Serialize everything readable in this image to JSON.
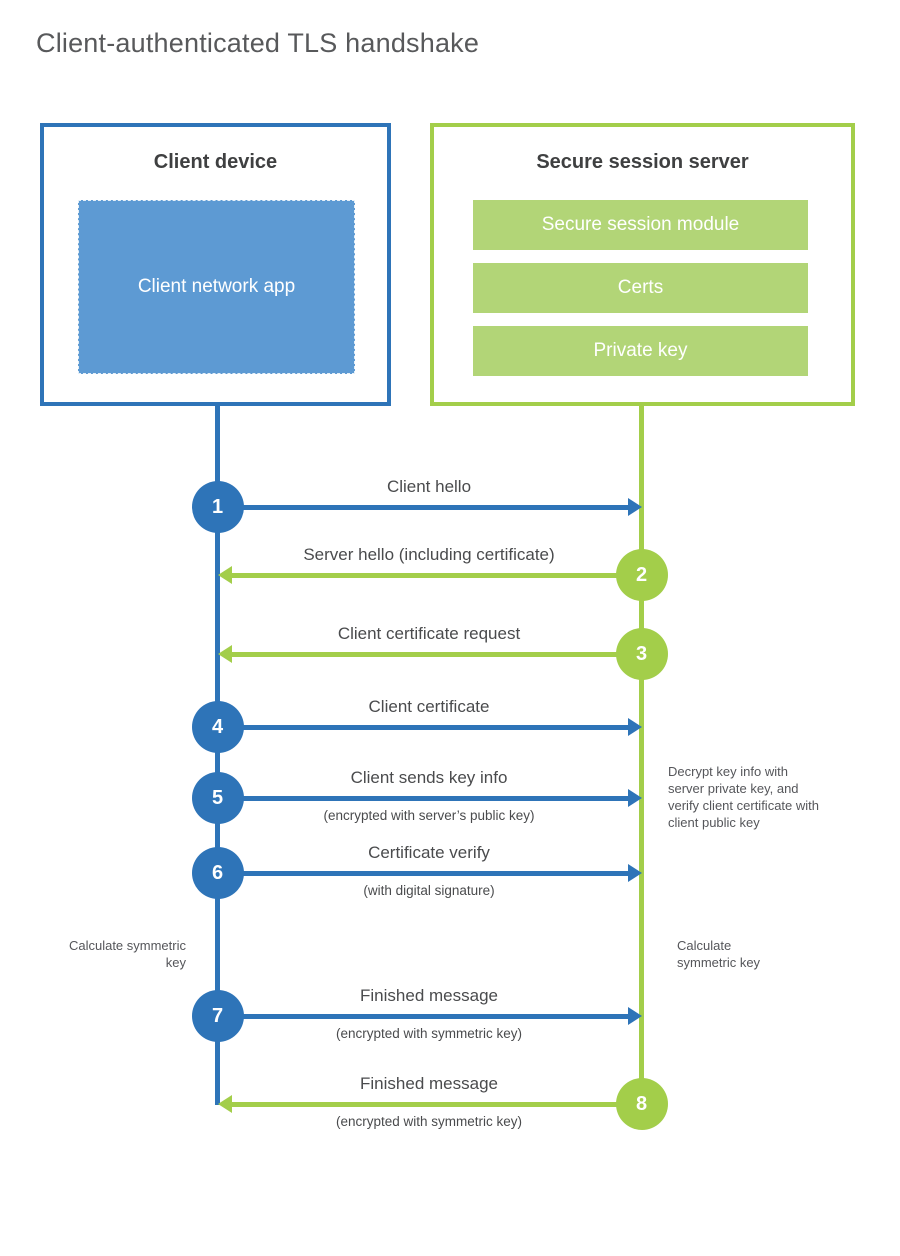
{
  "title": "Client-authenticated TLS handshake",
  "colors": {
    "blue": "#2e74b8",
    "blue_light": "#5d9ad3",
    "green": "#a3ce4a",
    "green_light": "#b2d577",
    "text": "#4a4b4d"
  },
  "client_box": {
    "title": "Client device",
    "app_label": "Client network app"
  },
  "server_box": {
    "title": "Secure session server",
    "modules": [
      "Secure session module",
      "Certs",
      "Private key"
    ]
  },
  "steps": [
    {
      "num": "1",
      "label": "Client hello",
      "sublabel": "",
      "direction": "client-to-server"
    },
    {
      "num": "2",
      "label": "Server hello (including certificate)",
      "sublabel": "",
      "direction": "server-to-client"
    },
    {
      "num": "3",
      "label": "Client certificate request",
      "sublabel": "",
      "direction": "server-to-client"
    },
    {
      "num": "4",
      "label": "Client certificate",
      "sublabel": "",
      "direction": "client-to-server"
    },
    {
      "num": "5",
      "label": "Client sends key info",
      "sublabel": "(encrypted with server’s public key)",
      "direction": "client-to-server"
    },
    {
      "num": "6",
      "label": "Certificate verify",
      "sublabel": "(with digital signature)",
      "direction": "client-to-server"
    },
    {
      "num": "7",
      "label": "Finished message",
      "sublabel": "(encrypted with symmetric key)",
      "direction": "client-to-server"
    },
    {
      "num": "8",
      "label": "Finished message",
      "sublabel": "(encrypted with symmetric key)",
      "direction": "server-to-client"
    }
  ],
  "annotations": {
    "decrypt_note": "Decrypt key info with server private key, and verify client certificate with client public key",
    "calc_left": "Calculate symmetric key",
    "calc_right": "Calculate symmetric key"
  }
}
